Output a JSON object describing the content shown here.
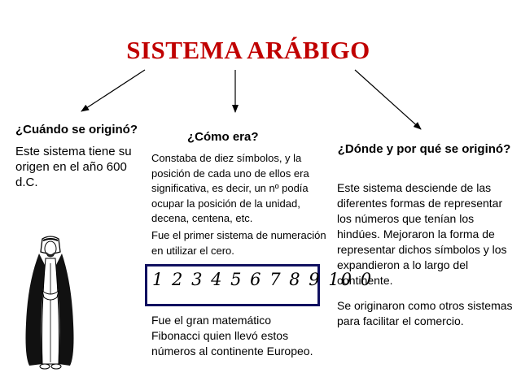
{
  "title": "SISTEMA ARÁBIGO",
  "colors": {
    "title": "#c00000",
    "box_border": "#101060"
  },
  "left": {
    "question": "¿Cuándo se originó?",
    "text": "Este sistema tiene su origen en el año  600 d.C."
  },
  "center": {
    "question": "¿Cómo era?",
    "text": "Constaba de diez símbolos, y la posición de cada uno de ellos era significativa, es decir, un nº podía ocupar la posición de la unidad, decena, centena, etc.",
    "zero_text": "Fue el primer sistema de numeración en utilizar el cero.",
    "numerals": "1 2 3 4 5 6 7 8 9 10 0",
    "fibonacci_text": "Fue el gran matemático Fibonacci quien llevó estos números al continente Europeo."
  },
  "right": {
    "question": "¿Dónde y por qué se originó?",
    "text": "Este sistema desciende de las diferentes formas de representar los números que tenían los hindúes. Mejoraron la forma de representar dichos símbolos y los expandieron a lo largo del continente.",
    "text2": "Se originaron como otros sistemas para facilitar el comercio."
  },
  "icons": {
    "figure": "arab-man-illustration"
  }
}
